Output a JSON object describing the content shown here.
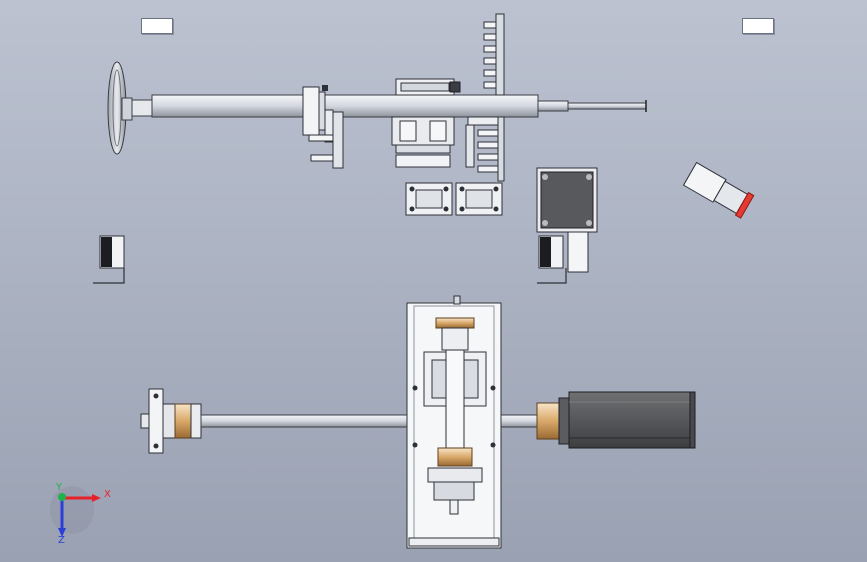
{
  "scene": {
    "background_top": "#bcc2d0",
    "background_bottom": "#9aa1b2"
  },
  "triad": {
    "x_label": "X",
    "y_label": "Y",
    "z_label": "Z",
    "x_color": "#e8202a",
    "y_color": "#1fb24a",
    "z_color": "#2a3fd8"
  },
  "icons": {
    "annotation_tag_left": "note-tag-icon",
    "annotation_tag_right": "note-tag-icon",
    "coordinate_triad": "axis-triad-icon"
  }
}
